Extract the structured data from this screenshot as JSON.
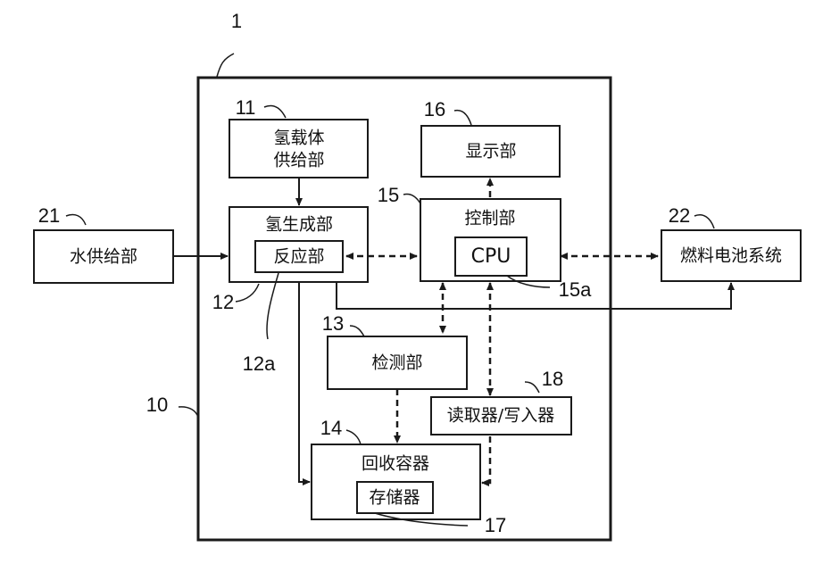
{
  "blocks": {
    "hydrogen_carrier_supply": [
      "氢载体",
      "供给部"
    ],
    "display": "显示部",
    "water_supply": "水供给部",
    "hydrogen_generation": "氢生成部",
    "reaction": "反应部",
    "control": "控制部",
    "cpu": "CPU",
    "fuel_cell_system": "燃料电池系统",
    "detection": "检测部",
    "reader_writer": "读取器/写入器",
    "recovery_container": "回收容器",
    "memory": "存储器"
  },
  "refs": {
    "device": "1",
    "body": "10",
    "carrier_supply": "11",
    "hydrogen_generation": "12",
    "reaction": "12a",
    "detection": "13",
    "recovery": "14",
    "control": "15",
    "cpu": "15a",
    "display": "16",
    "memory": "17",
    "reader_writer": "18",
    "water_supply": "21",
    "fuel_cell": "22"
  }
}
